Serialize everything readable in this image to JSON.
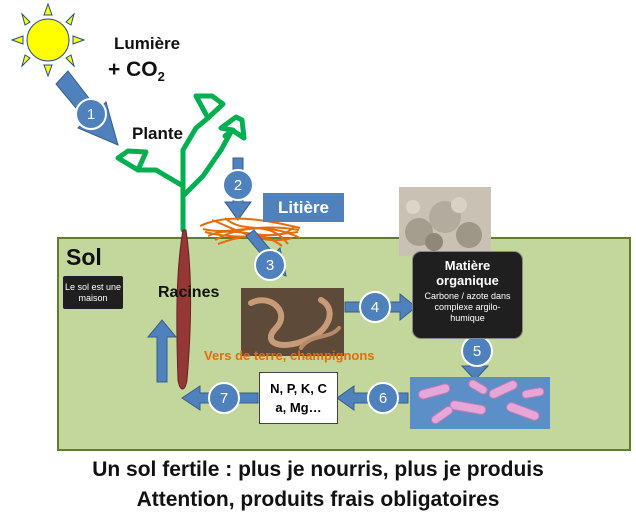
{
  "labels": {
    "light": "Lumière",
    "co2": "+ CO",
    "co2_sub": "2",
    "plant": "Plante",
    "litter": "Litière",
    "soil": "Sol",
    "home_note": "Le sol est une maison",
    "roots": "Racines",
    "worms": "Vers de terre, champignons",
    "organic_title": "Matière organique",
    "organic_sub": "Carbone / azote dans complexe argilo-humique",
    "nutrients_line1": "N, P, K, C",
    "nutrients_line2": "a, Mg…"
  },
  "steps": [
    "1",
    "2",
    "3",
    "4",
    "5",
    "6",
    "7"
  ],
  "caption": {
    "line1": "Un sol fertile : plus je nourris, plus je produis",
    "line2": "Attention, produits frais obligatoires"
  },
  "colors": {
    "arrow": "#4f81bd",
    "soil": "#c3d69b",
    "plant": "#00b050",
    "litter_fiber": "#e46c0a",
    "worm_label": "#e46c0a",
    "sun": "#ffff00"
  }
}
